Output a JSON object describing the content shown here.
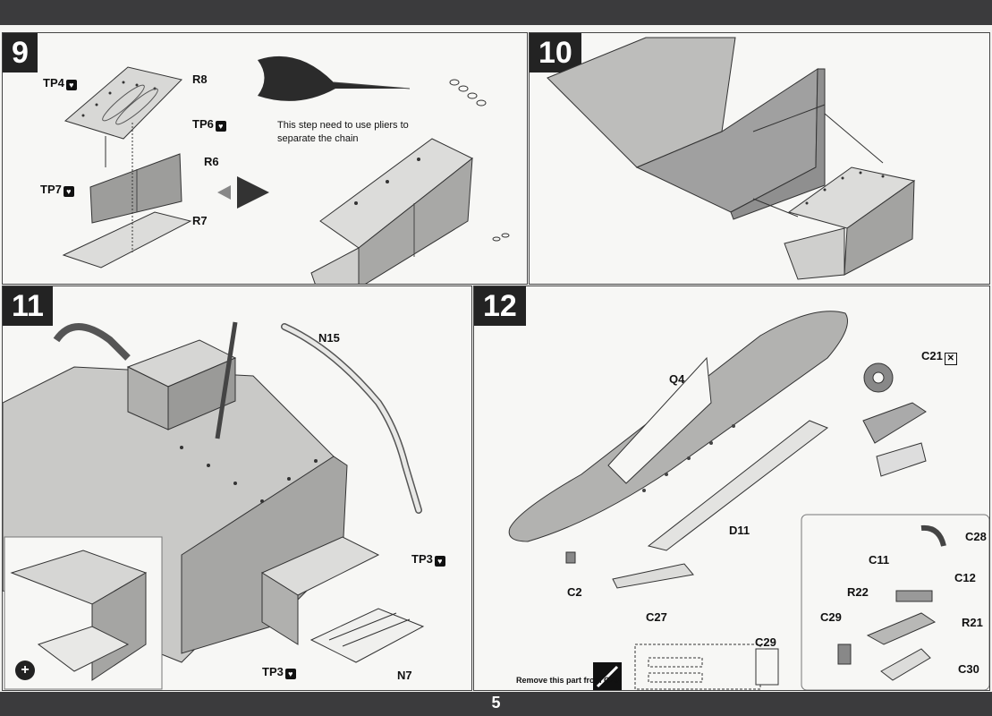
{
  "page": {
    "number": "5"
  },
  "steps": [
    {
      "number": "9",
      "labels": [
        "TP4",
        "R8",
        "TP6",
        "R6",
        "TP7",
        "R7"
      ],
      "note": "This step need to use pliers to separate the chain"
    },
    {
      "number": "10"
    },
    {
      "number": "11",
      "labels": [
        "N15",
        "TP3",
        "TP3",
        "N7"
      ]
    },
    {
      "number": "12",
      "labels": [
        "Q4",
        "C21",
        "D11",
        "C2",
        "C27",
        "C28",
        "C11",
        "C12",
        "R22",
        "R21",
        "C29",
        "C30",
        "C29"
      ],
      "note": "Remove this part from C29"
    }
  ],
  "icons": {
    "glue": "heart-glue-icon",
    "no_glue": "crossed-box-icon",
    "zoom": "zoom-in-icon",
    "pliers": "pliers-icon",
    "cut": "cut-part-icon"
  },
  "colors": {
    "frame": "#3b3b3d",
    "paper": "#f4f4f2",
    "step_bg": "#232323"
  }
}
